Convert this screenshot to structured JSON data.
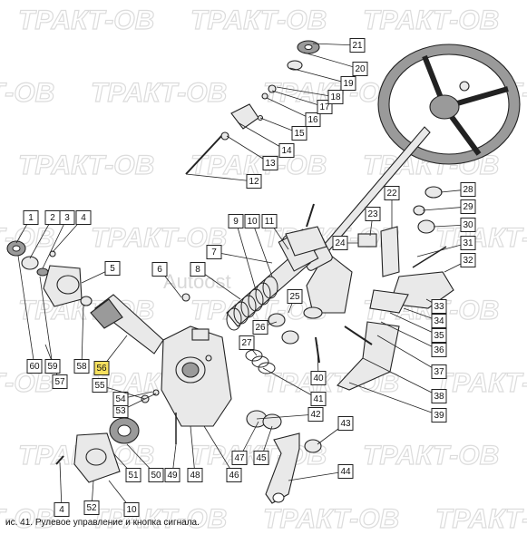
{
  "watermark": {
    "brand": "ТРАКТ-ОВ",
    "center_text": "Autoost"
  },
  "caption": "ис. 41. Рулевое управление и кнопка сигнала.",
  "highlight_color": "#f6e05e",
  "callouts": [
    "1",
    "2",
    "3",
    "4",
    "5",
    "6",
    "7",
    "8",
    "9",
    "10",
    "11",
    "12",
    "13",
    "14",
    "15",
    "16",
    "17",
    "18",
    "19",
    "20",
    "21",
    "22",
    "23",
    "24",
    "25",
    "26",
    "27",
    "28",
    "29",
    "30",
    "31",
    "32",
    "33",
    "34",
    "35",
    "36",
    "37",
    "38",
    "39",
    "40",
    "41",
    "42",
    "43",
    "44",
    "45",
    "46",
    "47",
    "48",
    "49",
    "50",
    "51",
    "52",
    "53",
    "54",
    "55",
    "56",
    "57",
    "58",
    "59",
    "60"
  ],
  "highlighted_callout": "56"
}
